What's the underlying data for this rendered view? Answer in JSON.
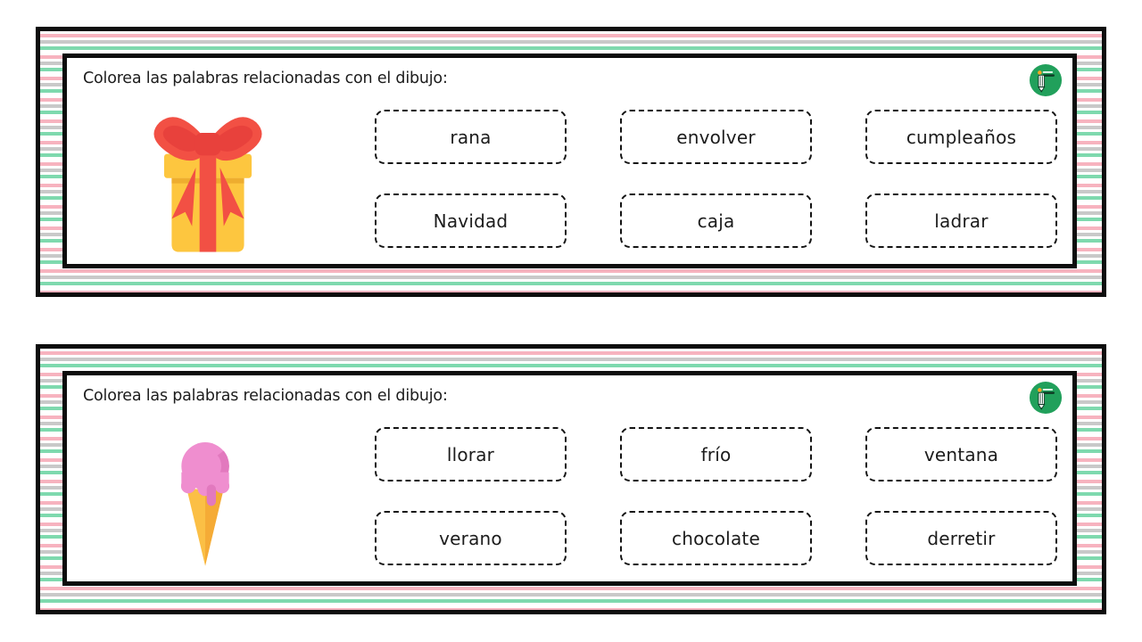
{
  "worksheet": {
    "type": "colorea-palabras",
    "cards": [
      {
        "title": "Colorea las palabras relacionadas con el dibujo:",
        "image": "gift-box",
        "words": [
          "rana",
          "envolver",
          "cumpleaños",
          "Navidad",
          "caja",
          "ladrar"
        ]
      },
      {
        "title": "Colorea las palabras relacionadas con el dibujo:",
        "image": "ice-cream-cone",
        "words": [
          "llorar",
          "frío",
          "ventana",
          "verano",
          "chocolate",
          "derretir"
        ]
      }
    ]
  },
  "icons": {
    "brand_logo": "green-circle-pencil-logo",
    "card_1_image": "gift-box-with-red-bow",
    "card_2_image": "pink-ice-cream-cone"
  },
  "colors": {
    "stripe_pink": "#f7b3bf",
    "stripe_gray": "#c9c9c9",
    "stripe_mint": "#7ed9ae",
    "frame_black": "#0d0d0d",
    "logo_green": "#21a05b",
    "gift_yellow": "#fdc63f",
    "gift_ribbon_red": "#f25044",
    "icecream_pink": "#ef8ecf",
    "icecream_cone_yellow": "#fbbf45"
  }
}
